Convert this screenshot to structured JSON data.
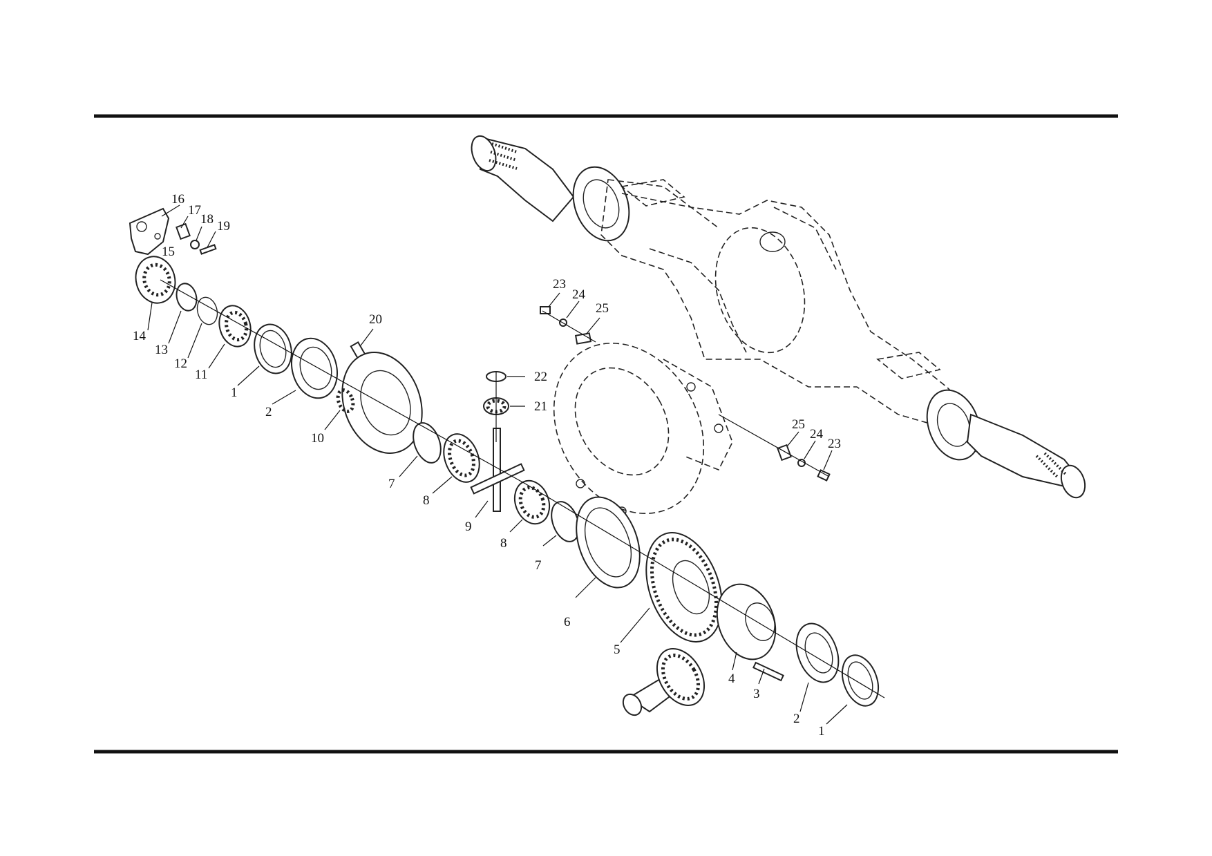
{
  "callouts": {
    "c16": "16",
    "c17": "17",
    "c18": "18",
    "c19": "19",
    "c15": "15",
    "c14": "14",
    "c13": "13",
    "c12": "12",
    "c11": "11",
    "c1a": "1",
    "c2a": "2",
    "c10": "10",
    "c20": "20",
    "c7a": "7",
    "c8a": "8",
    "c9": "9",
    "c8b": "8",
    "c7b": "7",
    "c22": "22",
    "c21": "21",
    "c23a": "23",
    "c24a": "24",
    "c25a": "25",
    "c25b": "25",
    "c24b": "24",
    "c23b": "23",
    "c6": "6",
    "c5": "5",
    "c4": "4",
    "c3": "3",
    "c2b": "2",
    "c1b": "1"
  }
}
